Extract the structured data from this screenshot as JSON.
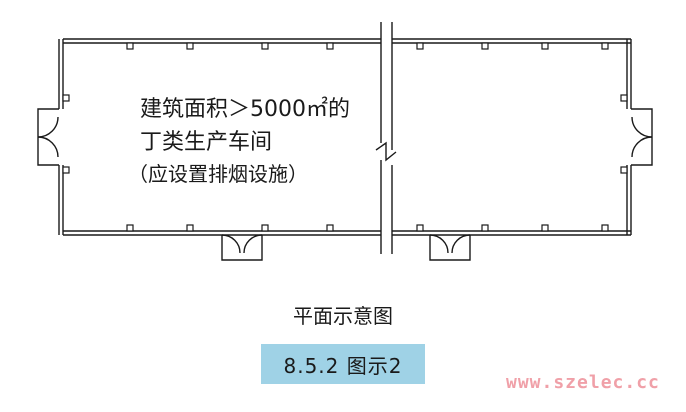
{
  "figure": {
    "note_line1": "建筑面积＞5000㎡的",
    "note_line2": "丁类生产车间",
    "note_line3": "（应设置排烟设施）",
    "caption": "平面示意图",
    "badge": "8.5.2 图示2",
    "watermark": "www.szelec.cc"
  },
  "colors": {
    "line": "#1a1a1a",
    "badge_bg": "#9fd2e6",
    "watermark": "#f0a0a8"
  }
}
